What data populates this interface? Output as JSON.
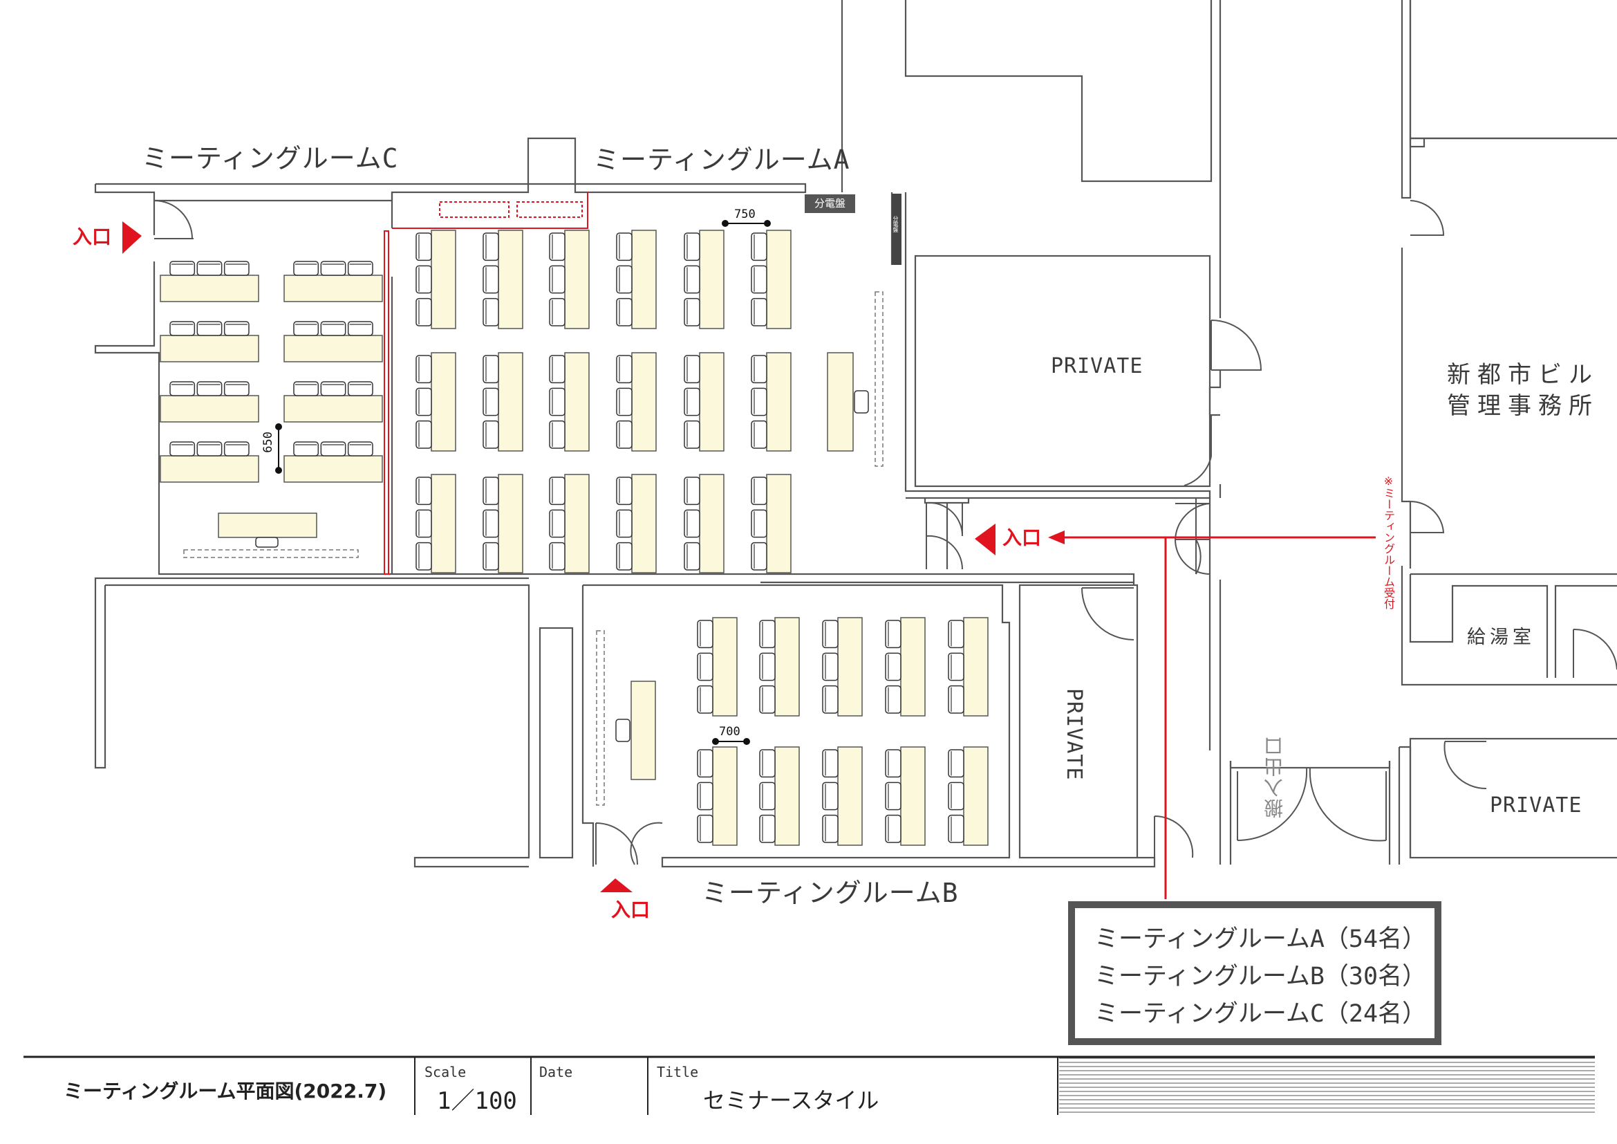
{
  "rooms": {
    "room_c": "ミーティングルームC",
    "room_a": "ミーティングルームA",
    "room_b": "ミーティングルームB",
    "private": "PRIVATE",
    "office_line1": "新都市ビル",
    "office_line2": "管理事務所",
    "kitchen": "給湯室",
    "loading": "搬入出口",
    "panel": "分電盤",
    "panel_small": "分電盤"
  },
  "entrances": {
    "label": "入口",
    "reception": "※ミーティングルーム受付"
  },
  "dimensions": {
    "d750": "750",
    "d650": "650",
    "d700": "700"
  },
  "legend": [
    "ミーティングルームA（54名）",
    "ミーティングルームB（30名）",
    "ミーティングルームC（24名）"
  ],
  "title_block": {
    "drawing_title": "ミーティングルーム平面図(2022.7)",
    "scale_label": "Scale",
    "scale_value": "1／100",
    "date_label": "Date",
    "date_value": "",
    "title_label": "Title",
    "title_value": "セミナースタイル"
  },
  "colors": {
    "wall": "#555555",
    "accent_red": "#e0141e",
    "desk_fill": "#fbf8dc",
    "panel_gray": "#555555"
  }
}
